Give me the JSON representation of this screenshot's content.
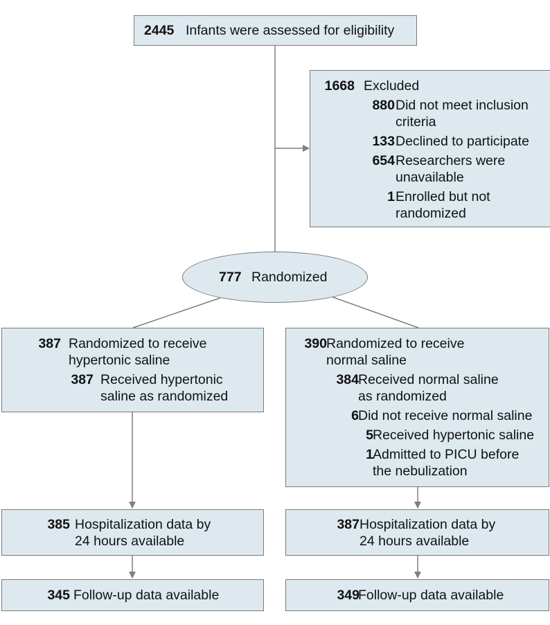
{
  "assessed": {
    "count": "2445",
    "label": "Infants were assessed for eligibility"
  },
  "excluded": {
    "count": "1668",
    "label": "Excluded",
    "reasons": [
      {
        "count": "880",
        "line1": "Did not meet inclusion",
        "line2": "criteria"
      },
      {
        "count": "133",
        "line1": "Declined to participate",
        "line2": ""
      },
      {
        "count": "654",
        "line1": "Researchers were",
        "line2": "unavailable"
      },
      {
        "count": "1",
        "line1": "Enrolled but not",
        "line2": "randomized"
      }
    ]
  },
  "randomized": {
    "count": "777",
    "label": "Randomized"
  },
  "hypertonic": {
    "count": "387",
    "line1": "Randomized to receive",
    "line2": "hypertonic saline",
    "received": {
      "count": "387",
      "line1": "Received hypertonic",
      "line2": "saline as randomized"
    },
    "hospitalization": {
      "count": "385",
      "line1": "Hospitalization data by",
      "line2": "24 hours available"
    },
    "followup": {
      "count": "345",
      "label": "Follow-up data available"
    }
  },
  "normal": {
    "count": "390",
    "line1": "Randomized to receive",
    "line2": "normal saline",
    "received": {
      "count": "384",
      "line1": "Received normal saline",
      "line2": "as randomized"
    },
    "not_received": {
      "count": "6",
      "label": "Did not receive normal saline"
    },
    "got_hypertonic": {
      "count": "5",
      "label": "Received hypertonic saline"
    },
    "picu": {
      "count": "1",
      "line1": "Admitted to PICU before",
      "line2": "the nebulization"
    },
    "hospitalization": {
      "count": "387",
      "line1": "Hospitalization data by",
      "line2": "24 hours available"
    },
    "followup": {
      "count": "349",
      "label": "Follow-up data available"
    }
  },
  "colors": {
    "box_fill": "#dde9ef",
    "border": "#7a7a7a",
    "line": "#7f7f7f"
  }
}
